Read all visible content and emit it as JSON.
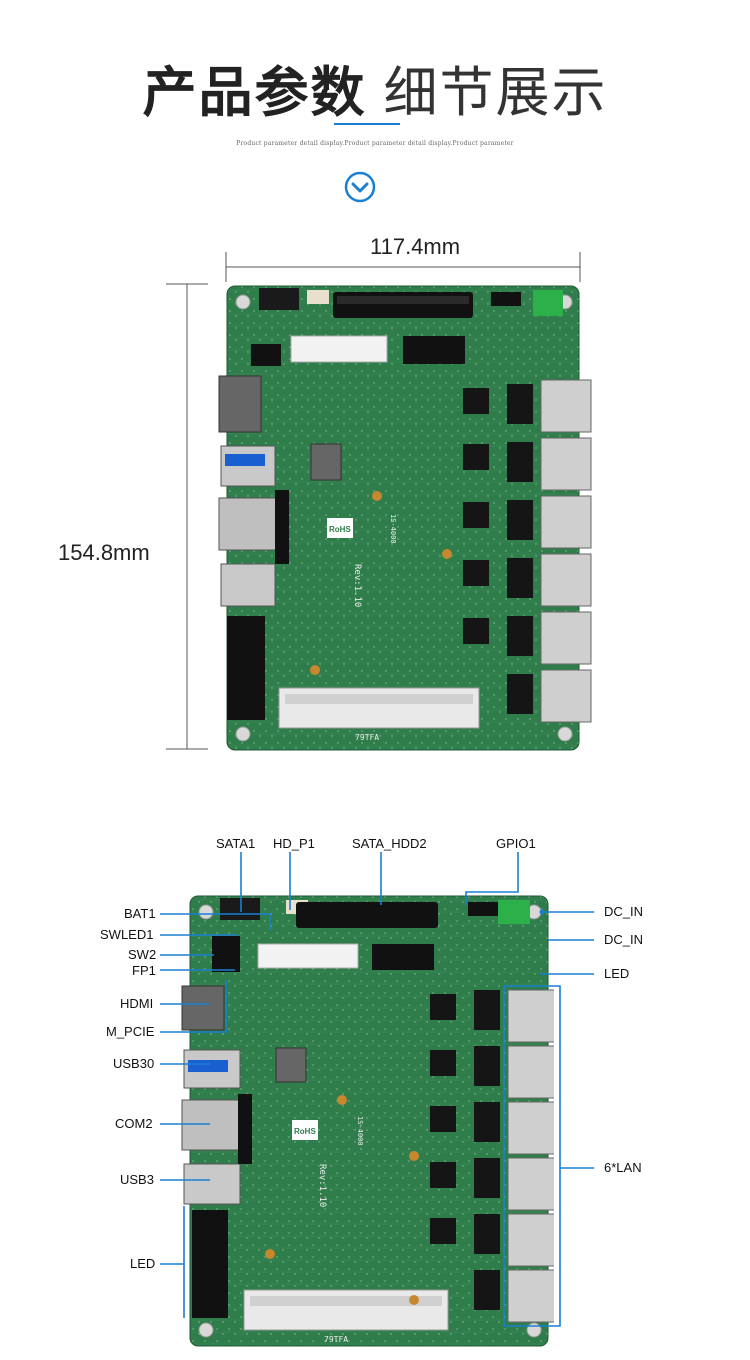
{
  "header": {
    "title_bold": "产品参数",
    "title_light": "细节展示",
    "subtitle": "Product parameter detail display.Product parameter detail display.Product parameter"
  },
  "dimensions": {
    "width_label": "117.4mm",
    "height_label": "154.8mm"
  },
  "board_print": {
    "rev": "Rev:1.10",
    "model": "1S-4000",
    "bottom_mark": "79TFA",
    "rohs": "RoHS"
  },
  "callouts": {
    "top": [
      "SATA1",
      "HD_P1",
      "SATA_HDD2",
      "GPIO1"
    ],
    "left": [
      "BAT1",
      "SWLED1",
      "SW2",
      "FP1",
      "HDMI",
      "M_PCIE",
      "USB30",
      "COM2",
      "USB3",
      "LED"
    ],
    "right": [
      "DC_IN",
      "DC_IN",
      "LED",
      "6*LAN"
    ]
  },
  "colors": {
    "accent": "#1a7fd0",
    "pcb": "#2f7d4b",
    "pcb_dark": "#245f3a"
  }
}
